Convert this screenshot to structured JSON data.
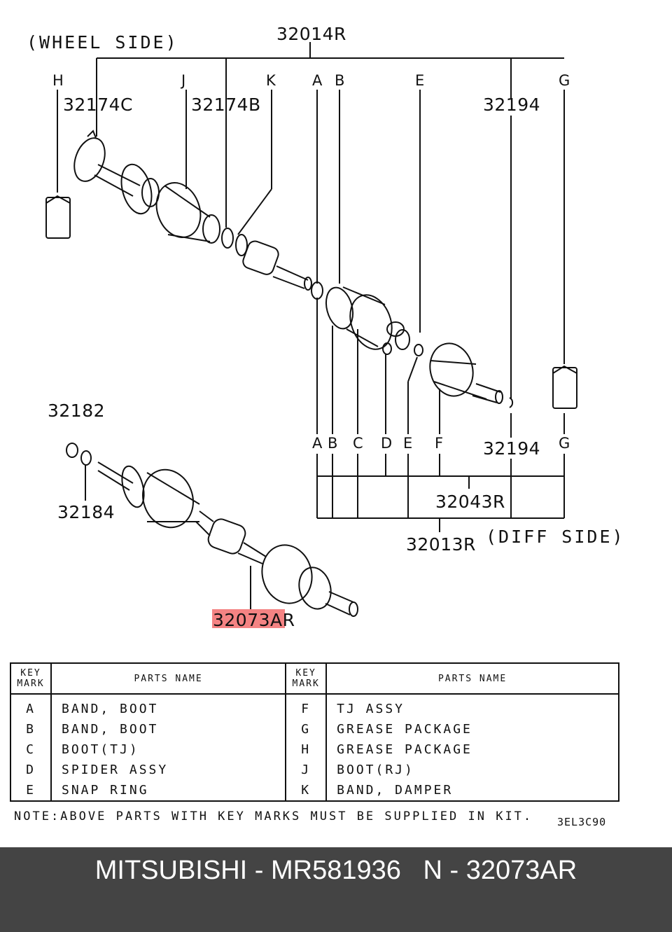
{
  "labels": {
    "wheel_side": "(WHEEL SIDE)",
    "diff_side": "(DIFF SIDE)",
    "p32014R": "32014R",
    "p32174C": "32174C",
    "p32174B": "32174B",
    "p32194_top": "32194",
    "p32194_bottom": "32194",
    "p32182": "32182",
    "p32184": "32184",
    "p32043R": "32043R",
    "p32013R": "32013R",
    "p32073AR_part1": "32073A",
    "p32073AR_part2": "R"
  },
  "key_marks_top": [
    "H",
    "J",
    "K",
    "A",
    "B",
    "E",
    "G"
  ],
  "key_marks_bottom": [
    "A",
    "B",
    "C",
    "D",
    "E",
    "F",
    "G"
  ],
  "table": {
    "header_key": [
      "KEY",
      "MARK"
    ],
    "header_name": "PARTS NAME",
    "rows": [
      {
        "k1": "A",
        "n1": "BAND, BOOT",
        "k2": "F",
        "n2": "TJ ASSY"
      },
      {
        "k1": "B",
        "n1": "BAND, BOOT",
        "k2": "G",
        "n2": "GREASE PACKAGE"
      },
      {
        "k1": "C",
        "n1": "BOOT(TJ)",
        "k2": "H",
        "n2": "GREASE PACKAGE"
      },
      {
        "k1": "D",
        "n1": "SPIDER ASSY",
        "k2": "J",
        "n2": "BOOT(RJ)"
      },
      {
        "k1": "E",
        "n1": "SNAP RING",
        "k2": "K",
        "n2": "BAND, DAMPER"
      }
    ]
  },
  "note": "NOTE:ABOVE PARTS WITH KEY MARKS MUST BE SUPPLIED IN KIT.",
  "diagram_code": "3EL3C90",
  "footer": "MITSUBISHI - MR581936   N - 32073AR",
  "colors": {
    "highlight": "#f26d6d",
    "footer_bg": "#444444"
  }
}
